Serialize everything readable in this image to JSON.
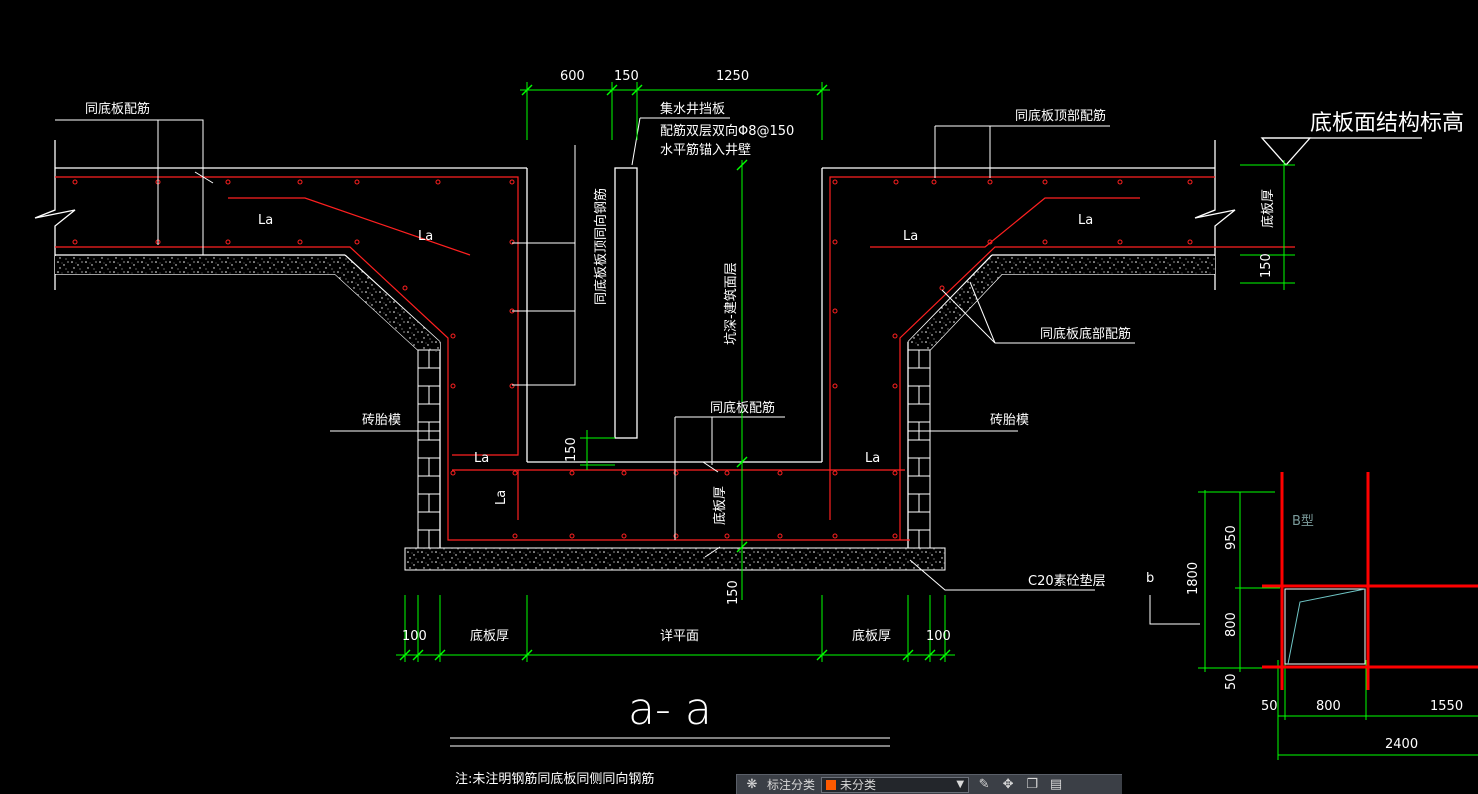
{
  "colors": {
    "background": "#000000",
    "line": "#ffffff",
    "rebar": "#ff2020",
    "dimension": "#00ff00",
    "gridB": "#ff0000",
    "category": "#ff5a00"
  },
  "labels": {
    "top_left_rebar": "同底板配筋",
    "sump_note_1": "集水井挡板",
    "sump_note_2": "配筋双层双向Φ8@150",
    "sump_note_3": "水平筋锚入井壁",
    "top_right_rebar": "同底板顶部配筋",
    "elevation_mark": "底板面结构标高",
    "slab_thickness_v": "底板厚",
    "right_bottom_rebar": "同底板底部配筋",
    "left_wall_rebar_v": "同底板板顶同向钢筋",
    "depth_label_v": "坑深-建筑面层",
    "brick_left": "砖胎模",
    "brick_right": "砖胎模",
    "bottom_rebar": "同底板配筋",
    "slab_thick_center_v": "底板厚",
    "cushion": "C20素砼垫层",
    "la": "La",
    "b_label": "b",
    "b_type": "B型",
    "section_title": "a- a",
    "note": "注:未注明钢筋同底板同侧同向钢筋"
  },
  "dimensions": {
    "top_600": "600",
    "top_150": "150",
    "top_1250": "1250",
    "right_150": "150",
    "sump_150_v": "150",
    "bottom_150_v": "150",
    "bottom_100_left": "100",
    "bottom_slab_left": "底板厚",
    "bottom_pit": "详平面",
    "bottom_slab_right": "底板厚",
    "bottom_100_right": "100",
    "b_950": "950",
    "b_1800": "1800",
    "b_800_v": "800",
    "b_50_v": "50",
    "b_50_h": "50",
    "b_800_h": "800",
    "b_1550": "1550",
    "b_2400": "2400"
  },
  "toolbar": {
    "label": "标注分类",
    "category": "未分类",
    "icons": [
      "snap-icon",
      "edit-icon",
      "move-icon",
      "copy-icon",
      "paste-icon"
    ]
  }
}
